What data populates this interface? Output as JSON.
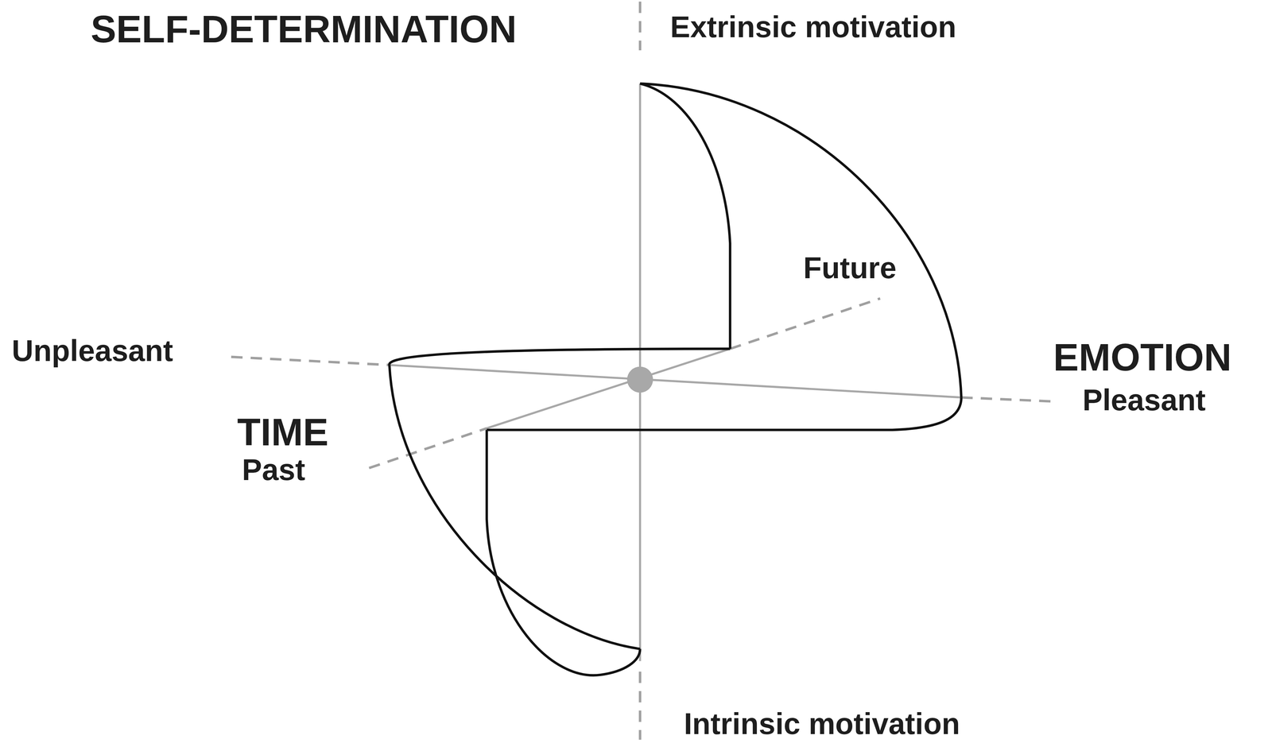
{
  "diagram": {
    "labels": [
      "SELF-DETERMINATION",
      "Extrinsic motivation",
      "Future",
      "Unpleasant",
      "EMOTION",
      "Pleasant",
      "TIME",
      "Past",
      "Intrinsic motivation"
    ]
  }
}
